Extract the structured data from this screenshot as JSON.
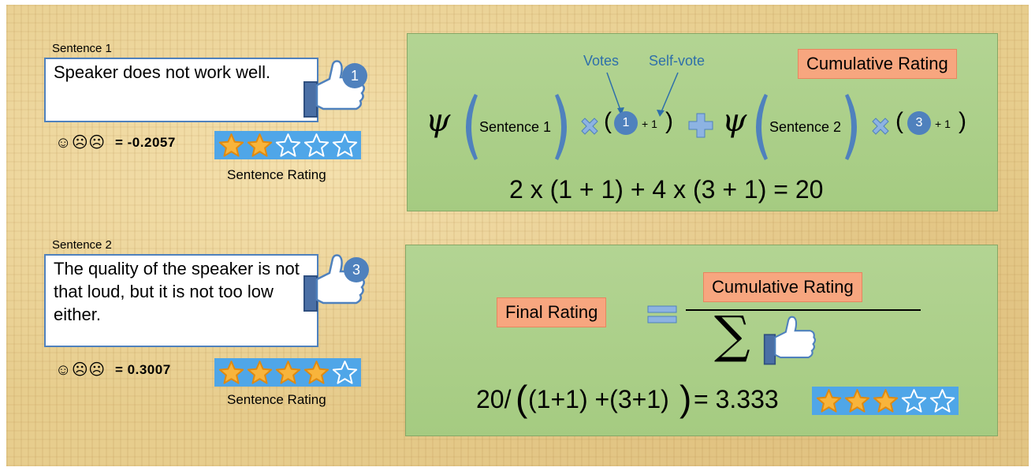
{
  "sentence1": {
    "label": "Sentence 1",
    "text": "Speaker does not work well.",
    "votes": "1",
    "emojis": "☺☹☹",
    "score": "= -0.2057",
    "stars": 2,
    "rating_caption": "Sentence Rating"
  },
  "sentence2": {
    "label": "Sentence 2",
    "text": "The quality of the speaker is not that loud, but it is not too low either.",
    "votes": "3",
    "emojis": "☺☹☹",
    "score": "= 0.3007",
    "stars": 4,
    "rating_caption": "Sentence Rating"
  },
  "cumulative_panel": {
    "title": "Cumulative Rating",
    "votes_label": "Votes",
    "selfvote_label": "Self-vote",
    "psi": "ψ",
    "term1_sentence": "Sentence 1",
    "term1_votes": "1",
    "term2_sentence": "Sentence 2",
    "term2_votes": "3",
    "plus_one": "+ 1",
    "result_equation": "2  x  (1 + 1)  +  4  x  (3 + 1) = 20"
  },
  "final_panel": {
    "final_label": "Final Rating",
    "numerator_label": "Cumulative Rating",
    "sigma": "∑",
    "equation_prefix": "20/",
    "equation_inner": "(1+1) +(3+1)",
    "equation_result": " = 3.333",
    "stars": 3
  },
  "colors": {
    "panel_green": "#a9cd87",
    "orange_box": "#f7a67f",
    "star_strip": "#4fa6e8",
    "star_fill": "#f8b43b",
    "bracket_blue": "#4f81bd",
    "thumb_blue": "#6c8ebf"
  },
  "icons": [
    "thumbs-up-icon",
    "star-icon",
    "multiply-icon",
    "plus-icon",
    "equals-icon"
  ]
}
